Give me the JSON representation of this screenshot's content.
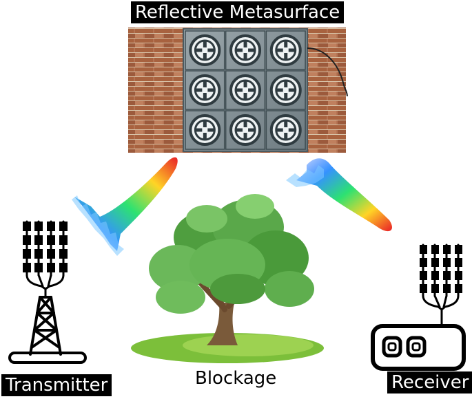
{
  "labels": {
    "metasurface": "Reflective Metasurface",
    "transmitter": "Transmitter",
    "blockage": "Blockage",
    "receiver": "Receiver"
  },
  "colors": {
    "beam_low": "#1a6cff",
    "beam_mid": "#22e06a",
    "beam_high": "#ffd21a",
    "beam_peak": "#e8141c",
    "brick": "#b57454",
    "panel": "#7f8d93",
    "leaf": "#5aa84a",
    "trunk": "#7a5a3a"
  },
  "metasurface": {
    "rows": 3,
    "cols": 3
  }
}
